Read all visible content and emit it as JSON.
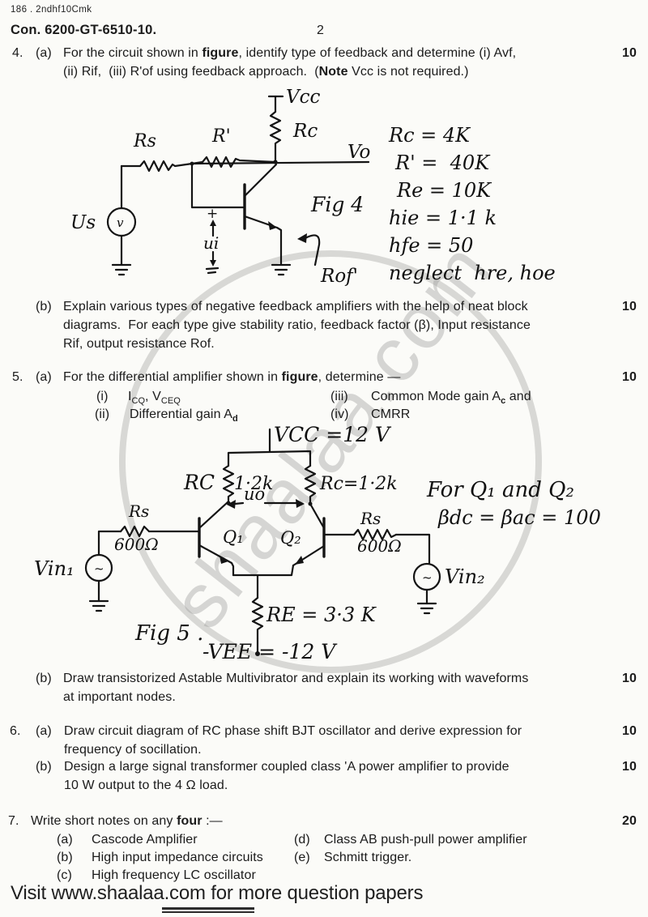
{
  "header": {
    "doc_code": "186 . 2ndhf10Cmk",
    "exam_code": "Con. 6200-GT-6510-10.",
    "page_number": "2"
  },
  "watermark": {
    "text": "shaalaa.com"
  },
  "q4": {
    "number": "4.",
    "a": {
      "label": "(a)",
      "marks": "10",
      "line1_pre": "For the circuit shown in ",
      "line1_bold": "figure",
      "line1_post": ", identify type of feedback and determine (i) Avf,",
      "line2_pre": "(ii) Rif,  (iii) R'of using feedback approach.  (",
      "line2_bold": "Note",
      "line2_post": " Vcc is not required.)"
    },
    "b": {
      "label": "(b)",
      "marks": "10",
      "line1": "Explain various types of negative feedback amplifiers with the help of neat block",
      "line2": "diagrams.  For each type give stability ratio, feedback factor (β), Input resistance",
      "line3": "Rif, output resistance Rof."
    }
  },
  "fig4": {
    "labels": {
      "vcc": "Vcc",
      "rc": "Rc",
      "rs": "Rs",
      "r_prime": "R'",
      "vo": "Vo",
      "us": "Us",
      "source_glyph": "v",
      "plus": "+",
      "ui": "ui",
      "fig": "Fig 4",
      "rof": "Rof'"
    },
    "notes": [
      "Rc = 4K",
      "R' =  40K",
      "Re = 10K",
      "hie = 1·1 k",
      "hfe = 50",
      "neglect  hre, hoe"
    ]
  },
  "q5": {
    "number": "5.",
    "a": {
      "label": "(a)",
      "marks": "10",
      "intro_pre": "For the differential amplifier shown in ",
      "intro_bold": "figure",
      "intro_post": ", determine —",
      "item_i_label": "(i)",
      "item_i_p1": "I",
      "item_i_s1": "CQ",
      "item_i_p2": ", V",
      "item_i_s2": "CEQ",
      "item_ii_label": "(ii)",
      "item_ii_p1": "Differential gain A",
      "item_ii_s1": "d",
      "item_iii_label": "(iii)",
      "item_iii_p1": "Common Mode gain A",
      "item_iii_s1": "c",
      "item_iii_p2": " and",
      "item_iv_label": "(iv)",
      "item_iv_text": "CMRR"
    },
    "b": {
      "label": "(b)",
      "marks": "10",
      "line1": "Draw transistorized Astable Multivibrator and explain its working with waveforms",
      "line2": "at important nodes."
    }
  },
  "fig5": {
    "labels": {
      "vcc": "VCC =12 V",
      "rc_left": "RC",
      "rc_left_value": "1·2k",
      "rc_right": "Rc=1·2k",
      "uo": "uo",
      "q1": "Q₁",
      "q2": "Q₂",
      "rs_left": "Rs",
      "rs_left_value": "600Ω",
      "rs_right": "Rs",
      "rs_right_value": "600Ω",
      "vin1": "Vin₁",
      "vin2": "Vin₂",
      "re": "RE = 3·3 K",
      "vee": "-VEE = -12 V",
      "fig": "Fig 5 .",
      "source_glyph": "~"
    },
    "notes": {
      "line1": "For Q₁ and Q₂",
      "line2": "βdc = βac = 100"
    }
  },
  "q6": {
    "number": "6.",
    "a": {
      "label": "(a)",
      "marks": "10",
      "line1": "Draw circuit diagram of RC phase shift BJT oscillator and derive expression for",
      "line2": "frequency of socillation."
    },
    "b": {
      "label": "(b)",
      "marks": "10",
      "line1": "Design a large signal transformer coupled class 'A power amplifier to provide",
      "line2": "10 W output to the 4 Ω load."
    }
  },
  "q7": {
    "number": "7.",
    "marks": "20",
    "title_pre": "Write short notes on any ",
    "title_bold": "four",
    "title_post": " :—",
    "left_items": [
      {
        "label": "(a)",
        "text": "Cascode Amplifier"
      },
      {
        "label": "(b)",
        "text": "High input impedance circuits"
      },
      {
        "label": "(c)",
        "text": "High frequency LC oscillator"
      }
    ],
    "right_items": [
      {
        "label": "(d)",
        "text": "Class AB push-pull power amplifier"
      },
      {
        "label": "(e)",
        "text": "Schmitt trigger."
      }
    ]
  },
  "footer": {
    "text": "Visit www.shaalaa.com for more question papers"
  }
}
